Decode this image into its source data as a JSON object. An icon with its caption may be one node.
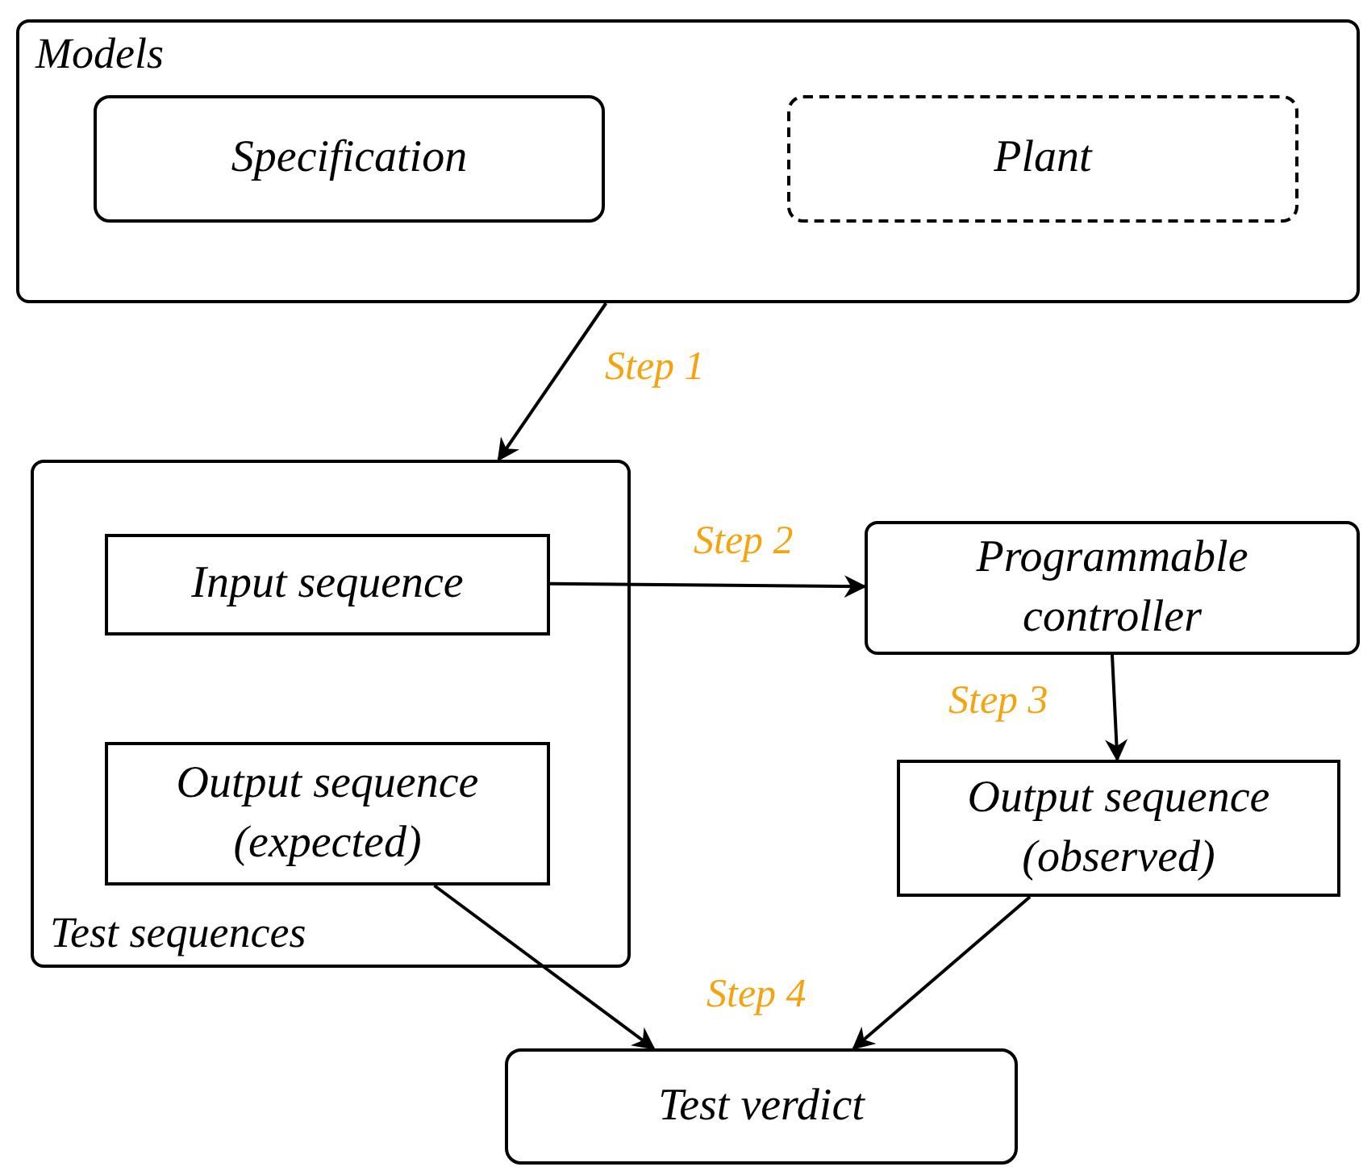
{
  "diagram": {
    "nodes": [
      {
        "text": [
          "Models"
        ]
      },
      {
        "text": [
          "Specification"
        ],
        "in": 0
      },
      {
        "text": [
          "Plant"
        ],
        "in": 0
      },
      {
        "text": [
          "Test sequences"
        ]
      },
      {
        "text": [
          "Input sequence"
        ],
        "in": 3
      },
      {
        "text": [
          "Output sequence (expected)"
        ],
        "in": 3
      },
      {
        "text": [
          "Programmable controller"
        ]
      },
      {
        "text": [
          "Output sequence (observed)"
        ]
      },
      {
        "text": [
          "Test verdict"
        ]
      }
    ],
    "edges": [
      {
        "from": 0,
        "to": 3,
        "arrow": "to",
        "label": "Step 1"
      },
      {
        "from": 4,
        "to": 6,
        "arrow": "to",
        "label": "Step 2"
      },
      {
        "from": 6,
        "to": 7,
        "arrow": "to",
        "label": "Step 3"
      },
      {
        "from": 5,
        "to": 8,
        "arrow": "to"
      },
      {
        "from": 7,
        "to": 8,
        "arrow": "to",
        "label": "Step 4"
      }
    ]
  }
}
